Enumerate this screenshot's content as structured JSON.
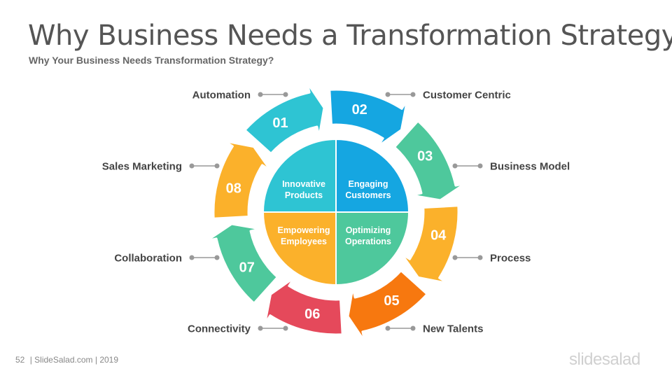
{
  "title": "Why Business Needs a Transformation Strategy",
  "subtitle": "Why Your Business Needs Transformation Strategy?",
  "segments": [
    {
      "num": "01",
      "label": "Automation",
      "color": "#2ec4d3"
    },
    {
      "num": "02",
      "label": "Customer Centric",
      "color": "#15a6e1"
    },
    {
      "num": "03",
      "label": "Business Model",
      "color": "#4ec89c"
    },
    {
      "num": "04",
      "label": "Process",
      "color": "#fbb12b"
    },
    {
      "num": "05",
      "label": "New Talents",
      "color": "#f7780f"
    },
    {
      "num": "06",
      "label": "Connectivity",
      "color": "#e5495b"
    },
    {
      "num": "07",
      "label": "Collaboration",
      "color": "#4ec89c"
    },
    {
      "num": "08",
      "label": "Sales Marketing",
      "color": "#fbb12b"
    }
  ],
  "quadrants": [
    {
      "line1": "Innovative",
      "line2": "Products",
      "color": "#2ec4d3"
    },
    {
      "line1": "Engaging",
      "line2": "Customers",
      "color": "#15a6e1"
    },
    {
      "line1": "Optimizing",
      "line2": "Operations",
      "color": "#4ec89c"
    },
    {
      "line1": "Empowering",
      "line2": "Employees",
      "color": "#fbb12b"
    }
  ],
  "connector_color": "#999999",
  "footer": {
    "page": "52",
    "text": "| SlideSalad.com | 2019"
  },
  "brand": "slidesalad"
}
